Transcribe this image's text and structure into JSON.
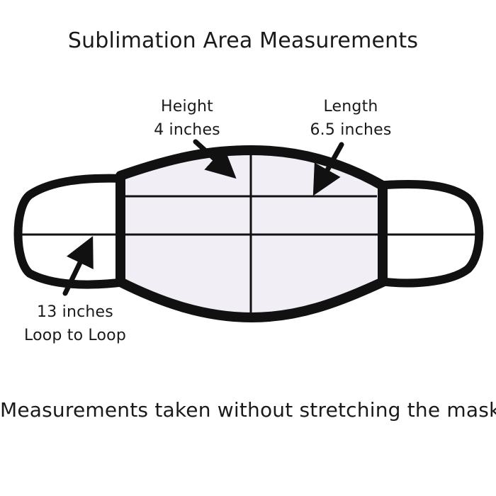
{
  "title": "Sublimation Area Measurements",
  "labels": {
    "height": {
      "line1": "Height",
      "line2": "4 inches"
    },
    "length": {
      "line1": "Length",
      "line2": "6.5 inches"
    },
    "loop": {
      "line1": "13 inches",
      "line2": "Loop to Loop"
    }
  },
  "footer": "Measurements taken without stretching the mask",
  "colors": {
    "mask_fabric": "#f2eef5",
    "mask_trim": "#111111",
    "lines": "#111111"
  }
}
